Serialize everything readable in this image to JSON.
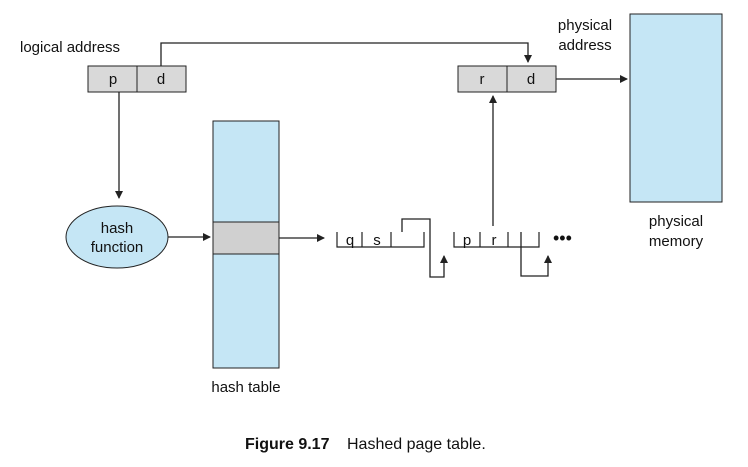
{
  "labels": {
    "logical_address": "logical address",
    "physical_address_line1": "physical",
    "physical_address_line2": "address",
    "hash_function_line1": "hash",
    "hash_function_line2": "function",
    "hash_table": "hash table",
    "physical_memory_line1": "physical",
    "physical_memory_line2": "memory",
    "ellipsis": "•••"
  },
  "logical_fields": {
    "page": "p",
    "offset": "d"
  },
  "physical_fields": {
    "frame": "r",
    "offset": "d"
  },
  "chain": [
    {
      "page": "q",
      "frame": "s"
    },
    {
      "page": "p",
      "frame": "r"
    }
  ],
  "caption": {
    "figure": "Figure 9.17",
    "text": "Hashed page table."
  },
  "colors": {
    "register_fill": "#d9d9d9",
    "table_fill": "#c5e6f5",
    "entry_fill": "#d0d0d0",
    "ellipse_fill": "#c5e6f5",
    "stroke": "#222222"
  }
}
